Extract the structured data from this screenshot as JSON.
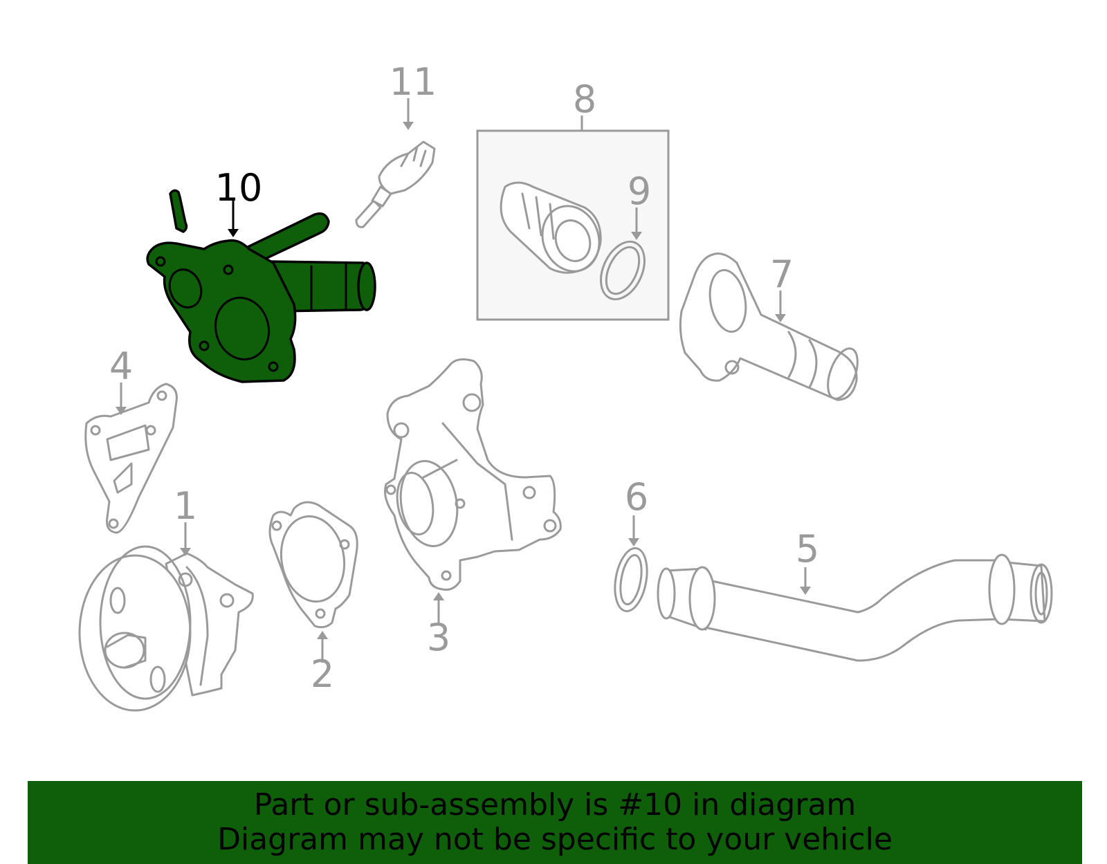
{
  "callouts": {
    "c1": "1",
    "c2": "2",
    "c3": "3",
    "c4": "4",
    "c5": "5",
    "c6": "6",
    "c7": "7",
    "c8": "8",
    "c9": "9",
    "c10": "10",
    "c11": "11"
  },
  "highlighted_part": "10",
  "colors": {
    "highlight_fill": "#0f5e0a",
    "banner_background": "#0f5e0a",
    "part_line": "#9a9a9a",
    "kit_box_fill": "#f7f7f7"
  },
  "banner": {
    "line1": "Part or sub-assembly is #10 in diagram",
    "line2": "Diagram may not be specific to your vehicle"
  }
}
